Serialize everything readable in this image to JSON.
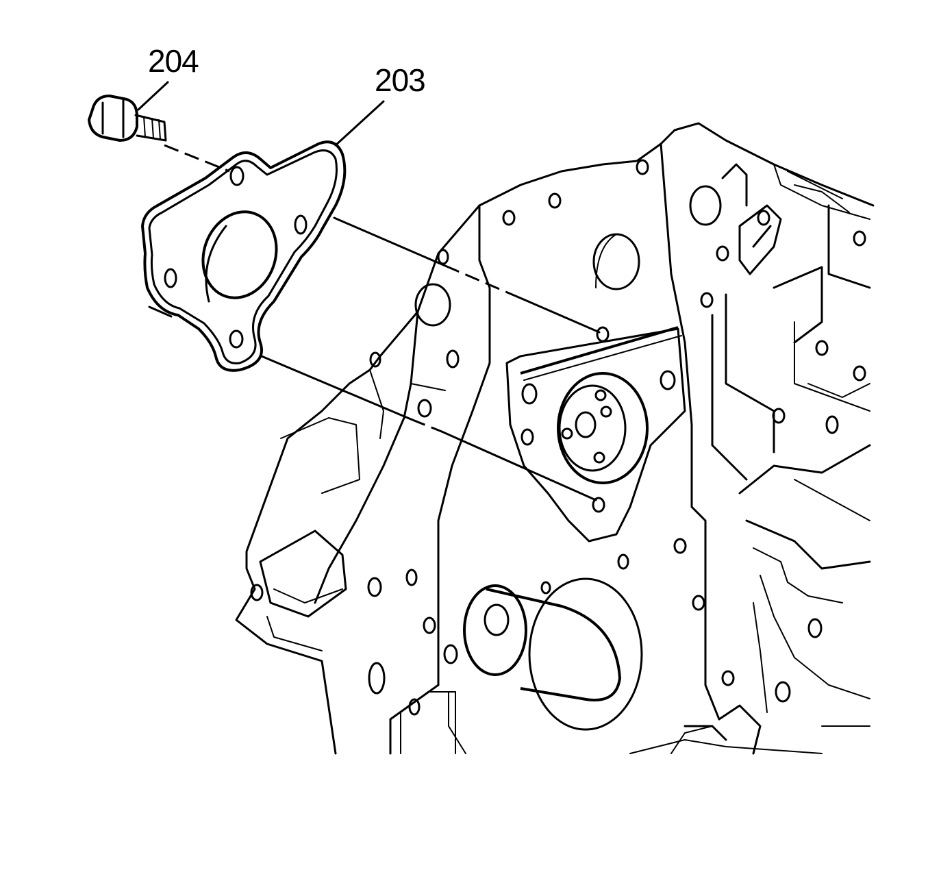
{
  "figure": {
    "callouts": [
      {
        "id": "204",
        "text": "204"
      },
      {
        "id": "203",
        "text": "203"
      }
    ],
    "colors": {
      "line": "#000000",
      "background": "#ffffff"
    }
  }
}
